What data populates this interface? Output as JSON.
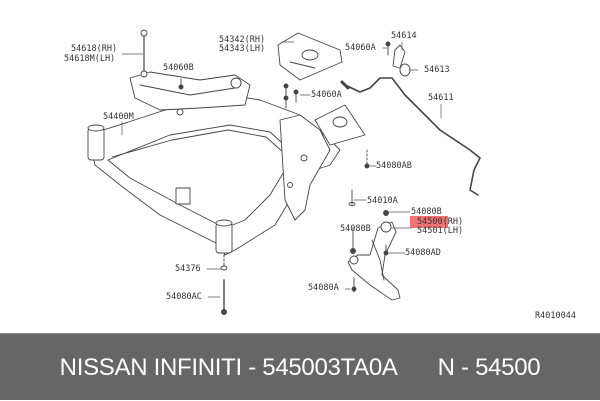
{
  "diagram": {
    "labels": [
      {
        "id": "54618_rh",
        "text": "54618(RH)"
      },
      {
        "id": "54618m_lh",
        "text": "54618M(LH)"
      },
      {
        "id": "54060b",
        "text": "54060B"
      },
      {
        "id": "54342_rh",
        "text": "54342(RH)"
      },
      {
        "id": "54343_lh",
        "text": "54343(LH)"
      },
      {
        "id": "54060a_top",
        "text": "54060A"
      },
      {
        "id": "54614",
        "text": "54614"
      },
      {
        "id": "54613",
        "text": "54613"
      },
      {
        "id": "54060a_mid",
        "text": "54060A"
      },
      {
        "id": "54611",
        "text": "54611"
      },
      {
        "id": "54400m",
        "text": "54400M"
      },
      {
        "id": "54080ab",
        "text": "54080AB"
      },
      {
        "id": "54010a",
        "text": "54010A"
      },
      {
        "id": "54080b_top",
        "text": "54080B"
      },
      {
        "id": "54500_rh",
        "text": "54500(RH)"
      },
      {
        "id": "54501_lh",
        "text": "54501(LH)"
      },
      {
        "id": "54080b_left",
        "text": "54080B"
      },
      {
        "id": "54080ad",
        "text": "54080AD"
      },
      {
        "id": "54376",
        "text": "54376"
      },
      {
        "id": "54080a",
        "text": "54080A"
      },
      {
        "id": "54080ac",
        "text": "54080AC"
      }
    ],
    "diagram_code": "R4010044",
    "highlight_color": "#f0595a"
  },
  "banner": {
    "brand": "NISSAN INFINITI - 545003TA0A",
    "part_ref": "N - 54500",
    "background": "#666666",
    "text_color": "#ffffff"
  }
}
